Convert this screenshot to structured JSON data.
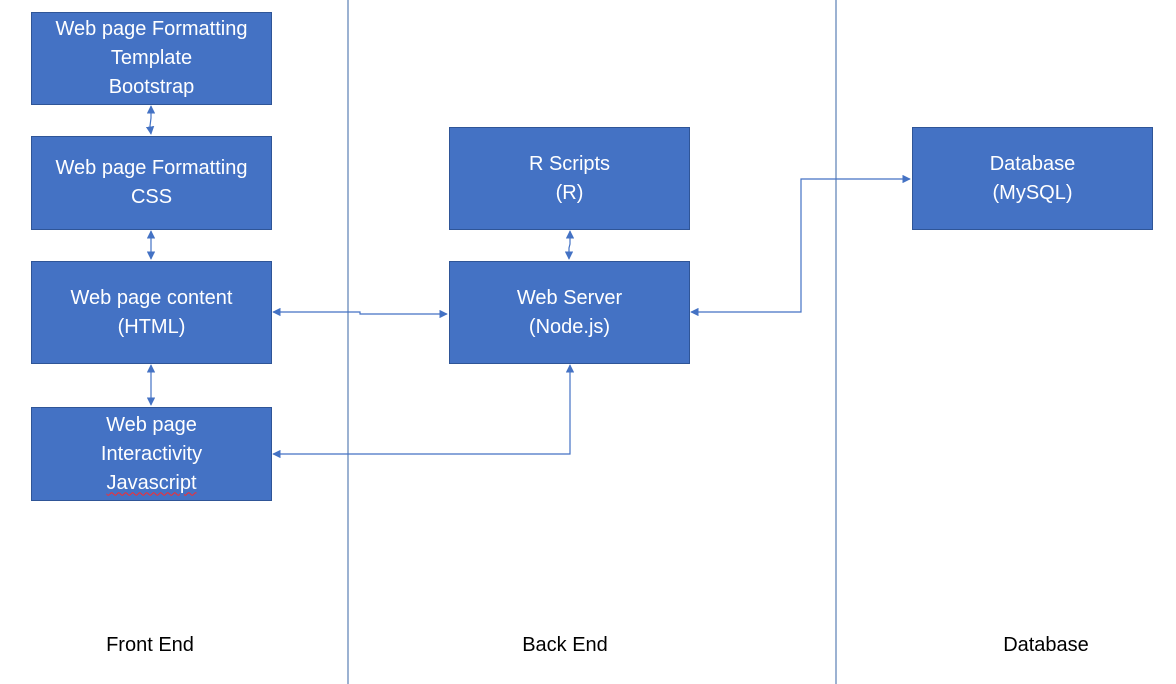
{
  "colors": {
    "box_fill": "#4472C4",
    "box_border": "#2F5597",
    "connector": "#4472C4",
    "divider": "#5B7FB5",
    "box_text": "#FFFFFF",
    "spellcheck_underline": "#FF2A2A"
  },
  "columns": {
    "front_end": "Front End",
    "back_end": "Back End",
    "database": "Database"
  },
  "boxes": {
    "bootstrap": {
      "line1": "Web page Formatting",
      "line2": "Template",
      "line3": "Bootstrap"
    },
    "css": {
      "line1": "Web page Formatting",
      "line2": "CSS"
    },
    "html": {
      "line1": "Web page content",
      "line2": "(HTML)"
    },
    "javascript": {
      "line1": "Web page",
      "line2": "Interactivity",
      "line3": "Javascript"
    },
    "r_scripts": {
      "line1": "R Scripts",
      "line2": "(R)"
    },
    "web_server": {
      "line1": "Web Server",
      "line2": "(Node.js)"
    },
    "database": {
      "line1": "Database",
      "line2": "(MySQL)"
    }
  }
}
